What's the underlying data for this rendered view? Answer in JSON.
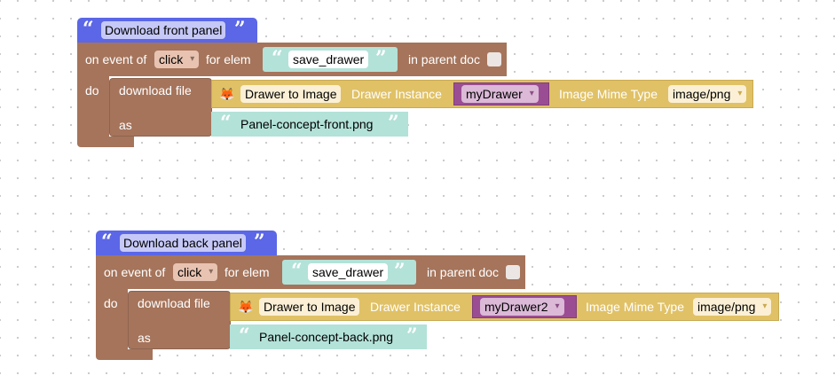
{
  "programs": [
    {
      "comment": "Download front panel",
      "event_prefix": "on event of",
      "event_value": "click",
      "for_elem_label": "for elem",
      "elem_id": "save_drawer",
      "parent_doc_label": "in parent doc",
      "do_label": "do",
      "download_label": "download file",
      "converter_label": "Drawer to Image",
      "instance_label": "Drawer Instance",
      "drawer_var": "myDrawer",
      "mime_label": "Image Mime Type",
      "mime_value": "image/png",
      "as_label": "as",
      "filename": "Panel-concept-front.png"
    },
    {
      "comment": "Download back panel",
      "event_prefix": "on event of",
      "event_value": "click",
      "for_elem_label": "for elem",
      "elem_id": "save_drawer",
      "parent_doc_label": "in parent doc",
      "do_label": "do",
      "download_label": "download file",
      "converter_label": "Drawer to Image",
      "instance_label": "Drawer Instance",
      "drawer_var": "myDrawer2",
      "mime_label": "Image Mime Type",
      "mime_value": "image/png",
      "as_label": "as",
      "filename": "Panel-concept-back.png"
    }
  ],
  "icons": {
    "quote_open": "“",
    "quote_close": "”",
    "caret": "▾",
    "fox": "🦊"
  },
  "colors": {
    "comment_block": "#5b67e6",
    "event_block": "#a5745b",
    "text_block": "#b3e2d8",
    "converter_block": "#e0c166",
    "variable_block": "#9b4d93"
  }
}
